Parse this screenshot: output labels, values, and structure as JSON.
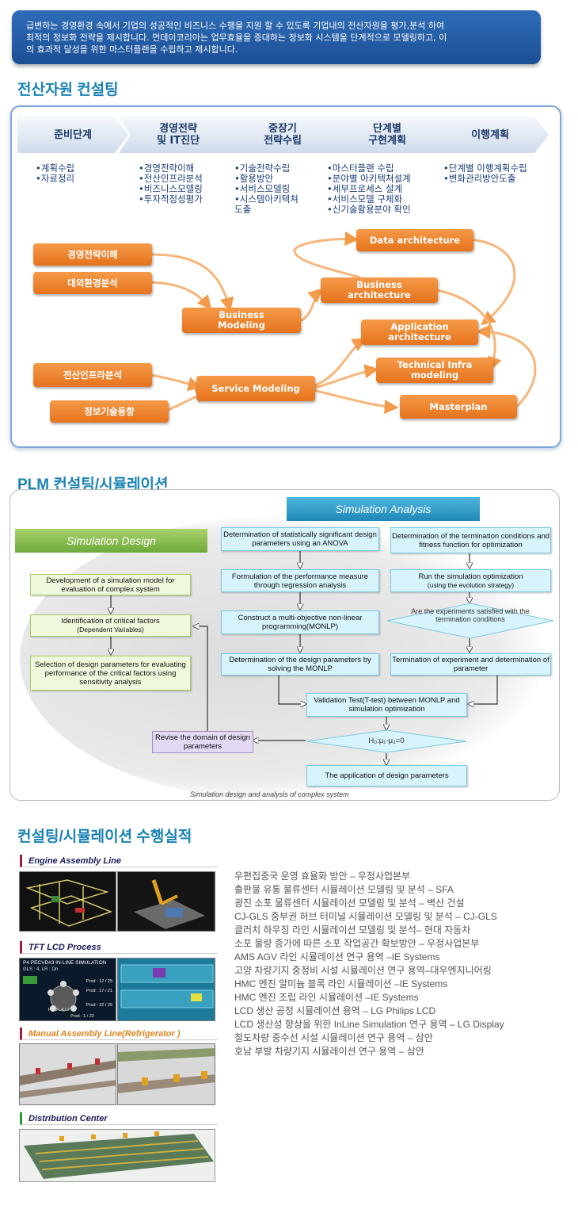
{
  "intro": {
    "lines": [
      "급변하는 경영환경 속에서 기업의 성공적인 비즈니스 수행을 지원 할 수 있도록 기업내의 전산자원을 평가,분석 하여",
      "최적의 정보화 전략을 제시합니다. 먼데이코리아는 업무효율을 증대하는  정보화 시스템을 단계적으로 모델링하고, 이",
      "의 효과적 달성을 위한 마스터플랜을 수립하고 제시합니다."
    ]
  },
  "sections": {
    "s1": "전산자원 컨설팅",
    "s2": "PLM 컨설팅/시뮬레이션",
    "s3": "컨설팅/시뮬레이션 수행실적"
  },
  "phases": [
    {
      "label": "준비단계",
      "bullets": "•계획수립\n•자료정리"
    },
    {
      "label": "경영전략\n및 IT진단",
      "bullets": "•경영전략이해\n•전산인프라분석\n•비즈니스모델링\n•투자적정성평가"
    },
    {
      "label": "중장기\n전략수립",
      "bullets": "•기술전략수립\n•활용방안\n•서비스모델링\n•시스템아키텍쳐\n  도출"
    },
    {
      "label": "단계별\n구현계획",
      "bullets": "•마스터플랜 수립\n•분야별 아키텍쳐설계\n•세부프로세스 설계\n•서비스모델 구체화\n•신기술활용분야 확인"
    },
    {
      "label": "이행계획",
      "bullets": "•단계별 이행계획수립\n•변화관리방안도출"
    }
  ],
  "flow_boxes": {
    "strategy": "경영전략이해",
    "environment": "대외환경분석",
    "infra": "전산인프라분석",
    "tech_trend": "정보기술동향",
    "business_modeling": "Business\nModeling",
    "service_modeling": "Service Modeling",
    "data_arch": "Data architecture",
    "business_arch": "Business\narchitecture",
    "application_arch": "Application\narchitecture",
    "tech_infra": "Technical Infra\nmodeling",
    "masterplan": "Masterplan"
  },
  "sim": {
    "design_header": "Simulation Design",
    "analysis_header": "Simulation Analysis",
    "d1": "Development of a simulation model for evaluation of complex system",
    "d2": "Identification of critical factors",
    "d2_sub": "(Dependent Variables)",
    "d3": "Selection of design parameters for evaluating performance of the critical factors using sensitivity analysis",
    "revise": "Revise the domain of design parameters",
    "a1": "Determination of statistically significant design parameters using an ANOVA",
    "a2": "Formulation of the performance measure through regression analysis",
    "a3": "Construct a multi-objective non-linear programming(MONLP)",
    "a4": "Determination of the design parameters by solving the MONLP",
    "b1": "Determination of the termination conditions and fitness function for optimization",
    "b2": "Run the simulation optimization",
    "b2_sub": "(using the evolution strategy)",
    "b3": "Are the experiments satisfied with the termination conditions",
    "b4": "Termination of experiment and determination of parameter",
    "validation": "Validation Test(T-test) between MONLP and simulation optimization",
    "hypothesis": "H₀:μ₁-μ₂=0",
    "application": "The application of design parameters",
    "caption": "Simulation design and analysis of complex system"
  },
  "categories": [
    "Engine Assembly Line",
    "TFT LCD Process",
    "Manual Assembly Line(Refrigerator )",
    "Distribution Center"
  ],
  "lcd_screen": {
    "title": "P4 PECVD#3 IN-LINE SIMULATION",
    "label1": "GLS : 4, LR : On",
    "prod1": "Prod : 12 / 25",
    "prod2": "Prod : 17 / 21",
    "prod3": "Prod : 22 / 25",
    "prod4": "Prod : 4 / 7",
    "prod5": "Prod : 1 / 22"
  },
  "projects": [
    "우편집중국 운영 효율화 방안 – 우정사업본부",
    "출판물 유통 물류센터 시뮬레이션 모델링 및 분석 – SFA",
    "광진 소포 물류센터 시뮬레이션 모델링 및 분석 – 벽산 건설",
    "CJ-GLS 중부권 허브 터미널 시뮬레이션 모델링 및 분석 – CJ-GLS",
    "클러치 하우징 라인 시뮬레이션 모델링 및 분석– 현대 자동차",
    "소포 물량 증가에 따른 소포 작업공간 확보방안 – 우정사업본부",
    " AMS AGV 라인 시뮬레이션 연구 용역 –IE Systems",
    "고양 차량기지 중정비 시설 시뮬레이션 연구 용역–대우엔지니어링",
    "HMC 엔진 알미늄 블록 라인 시뮬레이션 –IE Systems",
    "HMC 엔진 조립 라인 시뮬레이션 –IE Systems",
    "LCD 생산 공정 시뮬레이션 용역 – LG Philips LCD",
    "LCD 생산성 향상을 위한 InLine Simulation 연구 용역 – LG Display",
    "철도차량 중수선 시설 시뮬레이션 연구 용역 – 삼안",
    "호남 부발 차량기지 시뮬레이션 연구 용역 – 삼안"
  ],
  "colors": {
    "accent": "#1a82b5",
    "orange": "#e6731d",
    "intro_bg": "#1b4f96"
  }
}
